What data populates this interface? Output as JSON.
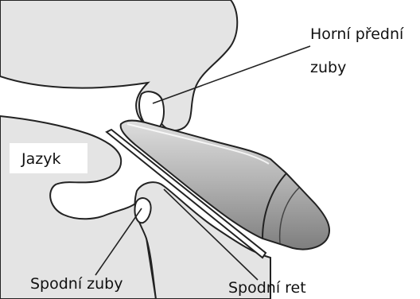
{
  "labels": {
    "upper_teeth_line1": "Horní přední",
    "upper_teeth_line2": "zuby",
    "tongue": "Jazyk",
    "lower_teeth": "Spodní zuby",
    "lower_lip": "Spodní ret"
  },
  "colors": {
    "skin": "#e4e4e4",
    "mouthpiece_light": "#d6d6d6",
    "mouthpiece_dark": "#8a8a8a",
    "outline": "#222222"
  }
}
